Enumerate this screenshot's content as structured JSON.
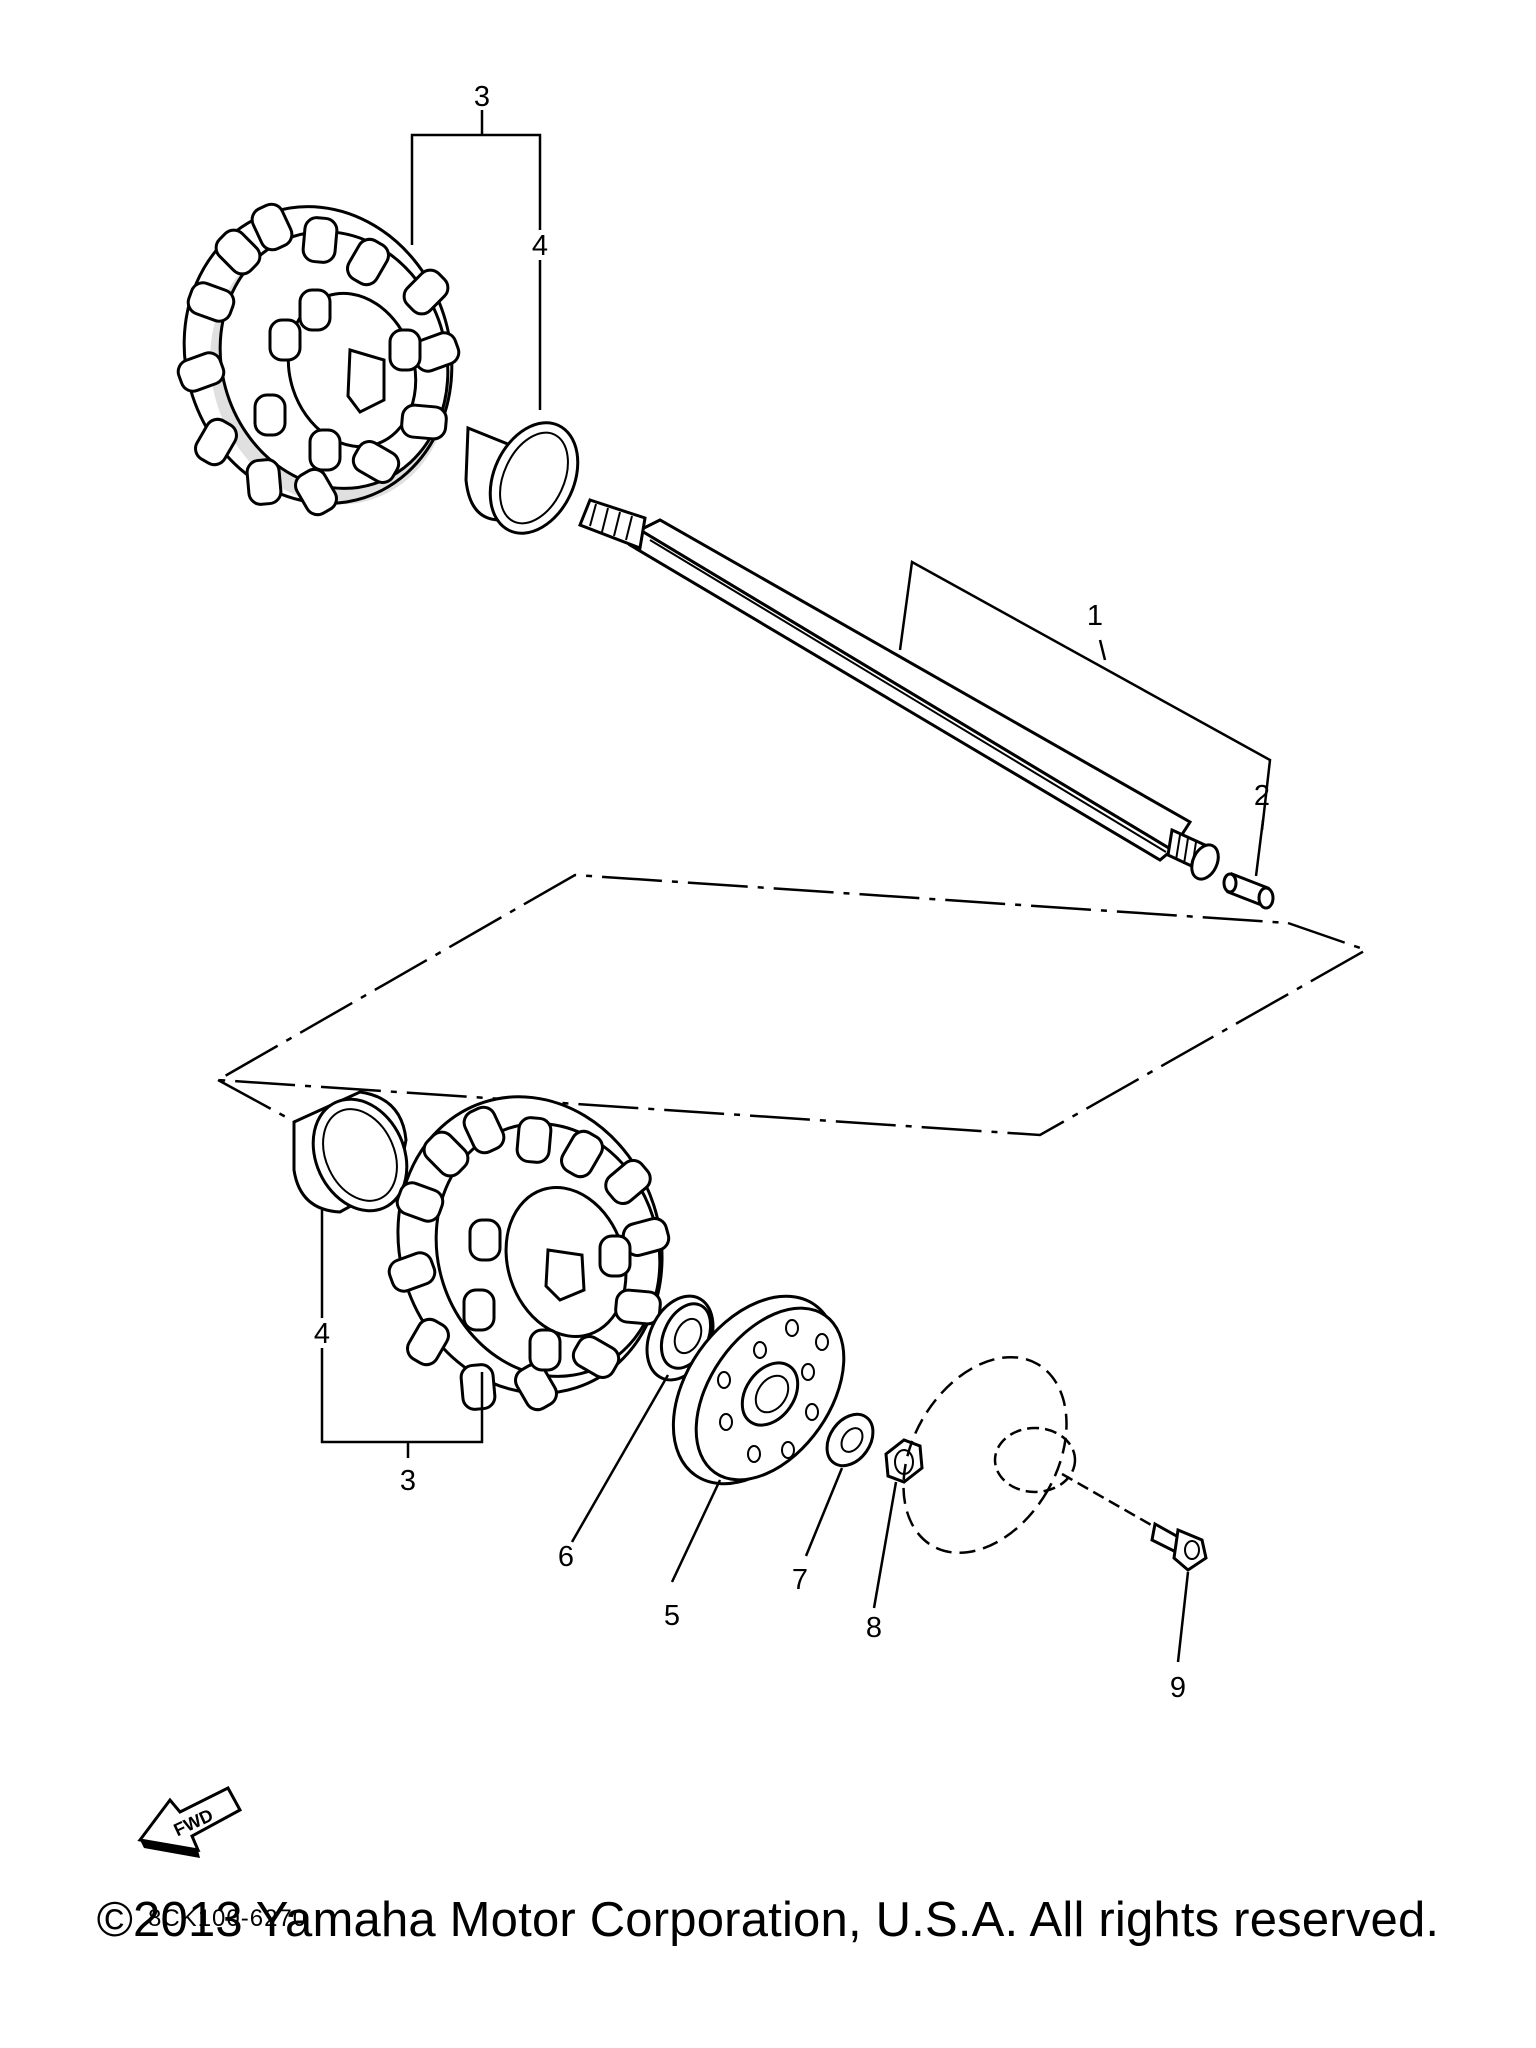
{
  "callouts": [
    {
      "id": "shaft",
      "number": "1"
    },
    {
      "id": "plug",
      "number": "2"
    },
    {
      "id": "sprocket-upper",
      "number": "3"
    },
    {
      "id": "collar-upper",
      "number": "4"
    },
    {
      "id": "sprocket-lower",
      "number": "3"
    },
    {
      "id": "collar-lower",
      "number": "4"
    },
    {
      "id": "plate",
      "number": "5"
    },
    {
      "id": "bearing",
      "number": "6"
    },
    {
      "id": "washer",
      "number": "7"
    },
    {
      "id": "nut",
      "number": "8"
    },
    {
      "id": "bolt",
      "number": "9"
    }
  ],
  "fwd_arrow": {
    "label": "FWD"
  },
  "diagram_code": "8CK100-6270",
  "copyright": "©2013 Yamaha Motor Corporation, U.S.A. All rights reserved."
}
